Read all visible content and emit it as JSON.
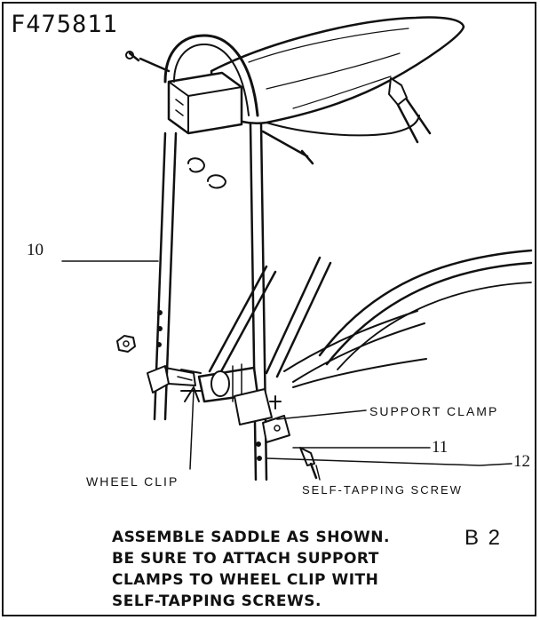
{
  "part_number": "F475811",
  "callouts": {
    "support_rod": "10",
    "clamp_screw": "11",
    "tapping_screw": "12"
  },
  "labels": {
    "support_clamp": "SUPPORT CLAMP",
    "wheel_clip": "WHEEL CLIP",
    "self_tapping_screw": "SELF-TAPPING SCREW"
  },
  "instructions": [
    "ASSEMBLE SADDLE AS SHOWN.",
    "BE SURE TO ATTACH SUPPORT",
    "CLAMPS TO WHEEL CLIP WITH",
    "SELF-TAPPING SCREWS."
  ],
  "sheet_code": "B 2"
}
